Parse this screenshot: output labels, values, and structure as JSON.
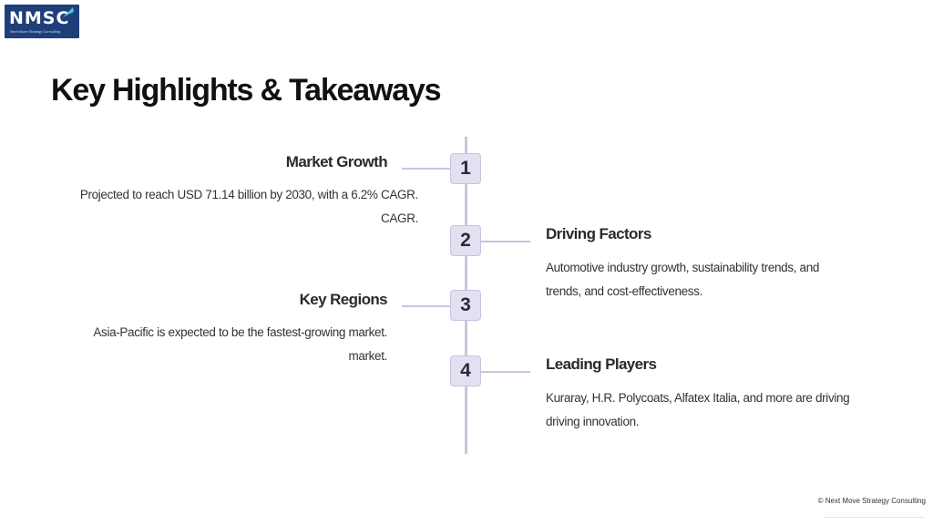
{
  "logo": {
    "text": "NMSC",
    "tagline": "Next Move Strategy Consulting"
  },
  "title": "Key Highlights & Takeaways",
  "items": [
    {
      "number": "1",
      "title": "Market Growth",
      "description": "Projected to reach USD 71.14 billion by 2030, with a 6.2% CAGR. CAGR."
    },
    {
      "number": "2",
      "title": "Driving Factors",
      "description": "Automotive industry growth, sustainability trends, and trends, and cost-effectiveness."
    },
    {
      "number": "3",
      "title": "Key Regions",
      "description": "Asia-Pacific is expected to be the fastest-growing market. market."
    },
    {
      "number": "4",
      "title": "Leading Players",
      "description": "Kuraray, H.R. Polycoats, Alfatex Italia, and more are driving driving innovation."
    }
  ],
  "footer": "© Next Move Strategy Consulting",
  "colors": {
    "logo_background": "#1f3f7a",
    "number_box": "#e2e1f2",
    "timeline": "#c8c5dc"
  }
}
